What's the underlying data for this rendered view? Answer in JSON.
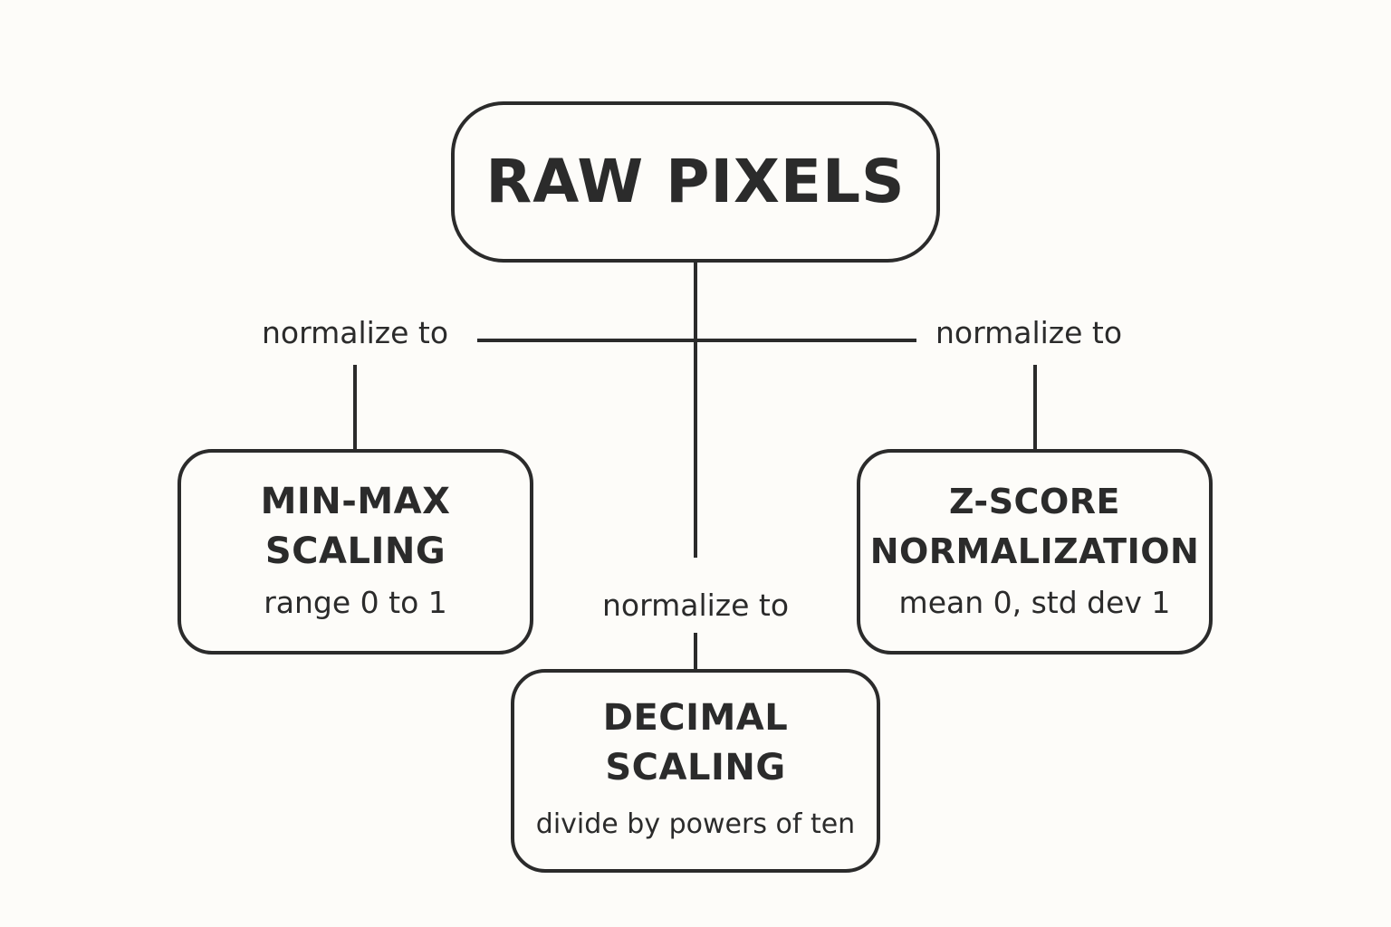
{
  "diagram": {
    "root": {
      "title": "RAW PIXELS"
    },
    "edge_labels": {
      "left": "normalize to",
      "right": "normalize to",
      "center": "normalize to"
    },
    "nodes": {
      "min_max": {
        "title_line1": "MIN-MAX",
        "title_line2": "SCALING",
        "description": "range 0 to 1"
      },
      "z_score": {
        "title_line1": "Z-SCORE",
        "title_line2": "NORMALIZATION",
        "description": "mean 0, std dev 1"
      },
      "decimal": {
        "title_line1": "DECIMAL",
        "title_line2": "SCALING",
        "description": "divide by powers of ten"
      }
    }
  },
  "colors": {
    "background": "#fdfcf9",
    "stroke": "#2b2b2b",
    "text": "#2b2b2b"
  }
}
